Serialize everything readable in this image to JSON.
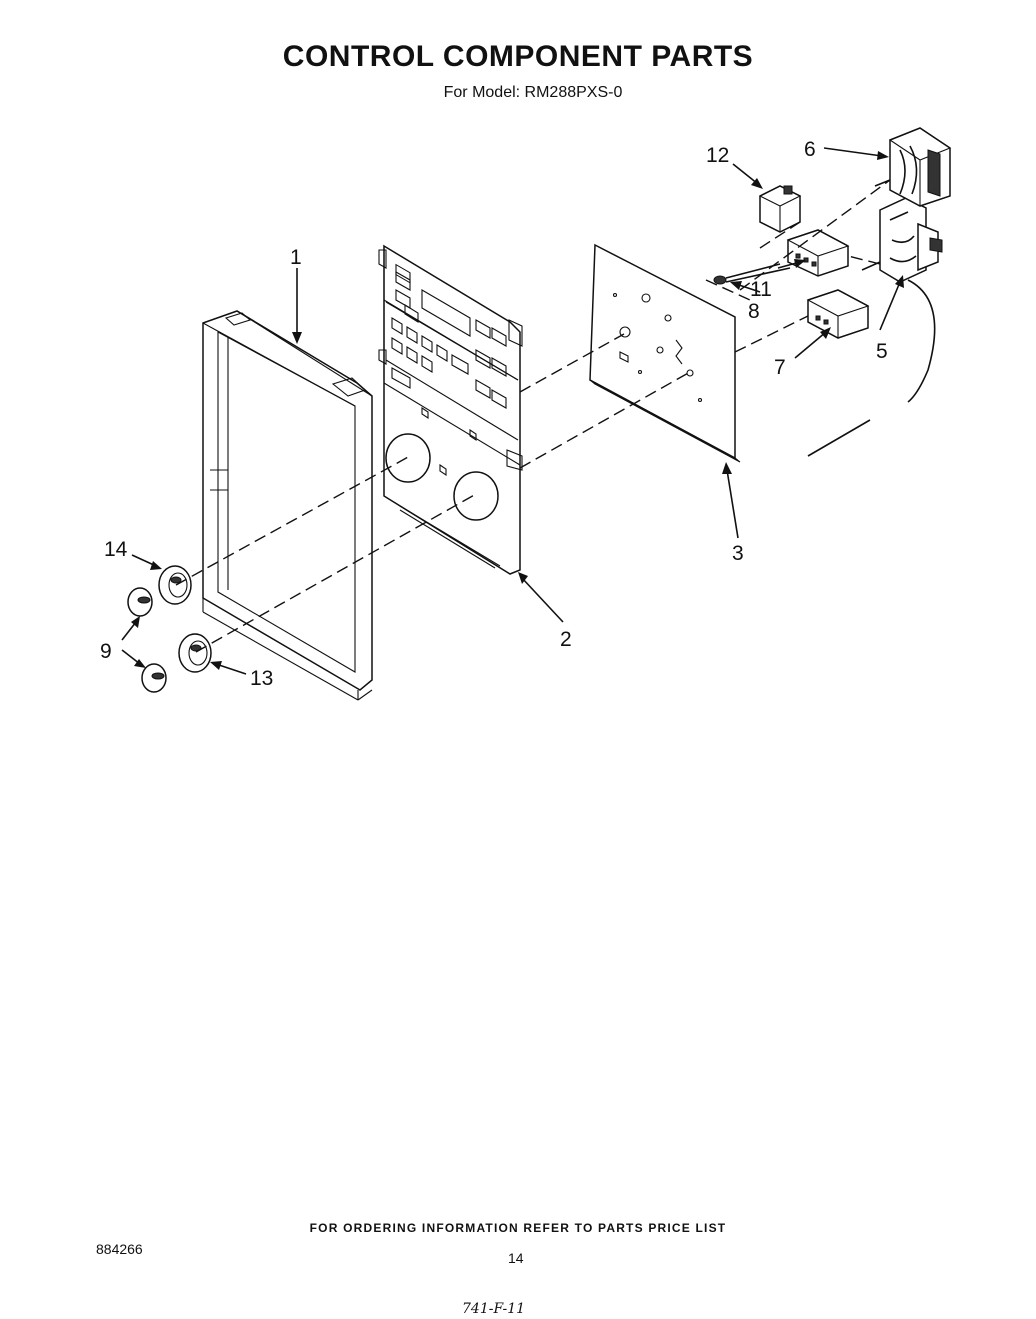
{
  "header": {
    "title": "CONTROL COMPONENT PARTS",
    "subtitle": "For Model: RM288PXS-0"
  },
  "callouts": {
    "c1": "1",
    "c2": "2",
    "c3": "3",
    "c5": "5",
    "c6": "6",
    "c7": "7",
    "c8": "8",
    "c9": "9",
    "c11": "11",
    "c12": "12",
    "c13": "13",
    "c14": "14"
  },
  "footer": {
    "ordering_note": "FOR ORDERING INFORMATION REFER TO PARTS PRICE LIST",
    "doc_number": "884266",
    "page_number": "14",
    "handwritten": "741-F-11"
  }
}
